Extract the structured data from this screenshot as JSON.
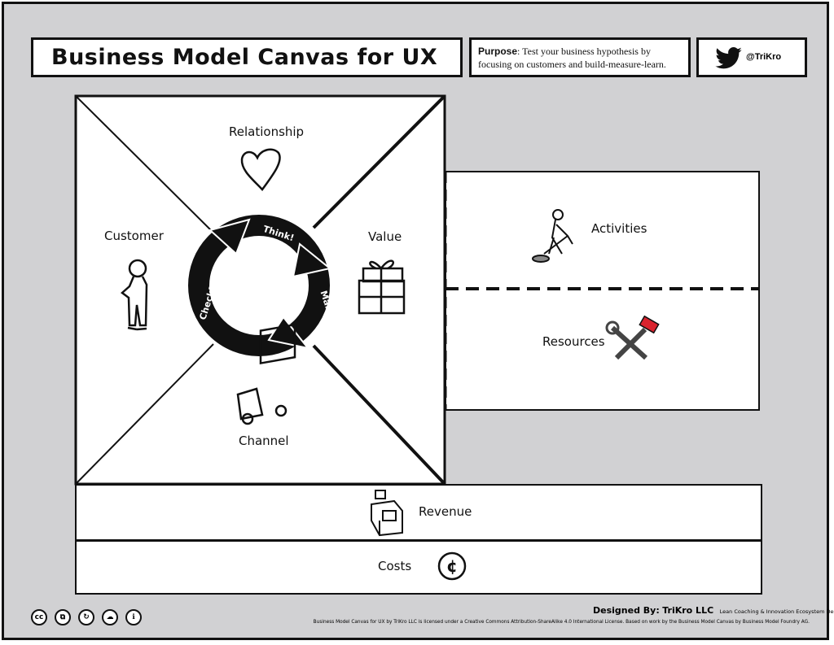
{
  "header": {
    "title": "Business Model Canvas for UX",
    "purpose_label": "Purpose",
    "purpose_text": ": Test your business hypothesis by focusing on customers and build-measure-learn.",
    "twitter_handle": "@TriKro"
  },
  "canvas": {
    "relationship": "Relationship",
    "customer": "Customer",
    "value": "Value",
    "channel": "Channel",
    "activities": "Activities",
    "resources": "Resources",
    "revenue": "Revenue",
    "costs": "Costs"
  },
  "cycle": {
    "think": "Think!",
    "make": "Make...",
    "check": "Check?"
  },
  "footer": {
    "designed_by_label": "Designed By:",
    "designer": "TriKro LLC",
    "tagline": "Lean Coaching & Innovation Ecosystem Design",
    "license": "Business Model Canvas for UX by TriKro LLC is licensed under a Creative Commons Attribution-ShareAlike 4.0 International License. Based on work by the Business Model Canvas by Business Model Foundry AG.",
    "cc_icons": [
      "cc-icon",
      "copy-icon",
      "sa-icon",
      "remix-icon",
      "by-icon"
    ]
  },
  "colors": {
    "background": "#d1d1d3",
    "ink": "#111111",
    "accent_red": "#d9232e"
  }
}
